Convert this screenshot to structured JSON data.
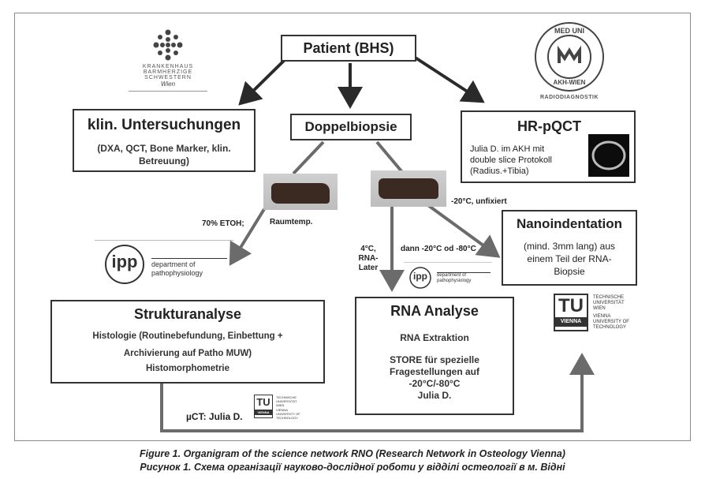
{
  "nodes": {
    "patient": "Patient (BHS)",
    "klin_title": "klin. Untersuchungen",
    "klin_sub": "(DXA, QCT, Bone Marker, klin. Betreuung)",
    "doppel": "Doppelbiopsie",
    "hrpqct_title": "HR-pQCT",
    "hrpqct_sub": "Julia D. im AKH mit double slice Protokoll (Radius.+Tibia)",
    "nano_title": "Nanoindentation",
    "nano_sub": "(mind. 3mm lang) aus einem Teil der RNA-Biopsie",
    "struktur_title": "Strukturanalyse",
    "struktur_line1": "Histologie (Routinebefundung, Einbettung + Archivierung auf Patho MUW)",
    "struktur_line2": "Histomorphometrie",
    "rna_title": "RNA Analyse",
    "rna_line1": "RNA Extraktion",
    "rna_line2": "STORE für spezielle Fragestellungen auf -20°C/-80°C",
    "rna_line3": "Julia D."
  },
  "labels": {
    "etoh": "70% ETOH;",
    "raum": "Raumtemp.",
    "unfixiert": "-20°C,  unfixiert",
    "rna_later": "4°C, RNA-Later",
    "dann": "dann -20°C od -80°C",
    "muct": "µCT: Julia D."
  },
  "logos": {
    "krankenhaus": [
      "KRANKENHAUS",
      "BARMHERZIGE",
      "SCHWESTERN",
      "Wien"
    ],
    "meduni_top": "MED UNI",
    "meduni_bottom": "AKH-WIEN",
    "meduni_ring": "RADIODIAGNOSTIK",
    "ipp_mark": "ipp",
    "ipp_text": "department of pathophysiology",
    "tu": "TU",
    "tu_word": "VIENNA",
    "tu_de": "TECHNISCHE UNIVERSITÄT WIEN",
    "tu_en": "VIENNA UNIVERSITY OF TECHNOLOGY"
  },
  "caption": {
    "en": "Figure 1. Organigram of the science network RNO (Research Network in Osteology Vienna)",
    "uk": "Рисунок 1. Схема організації науково-дослідної роботи у відділі остеології в м. Відні"
  }
}
